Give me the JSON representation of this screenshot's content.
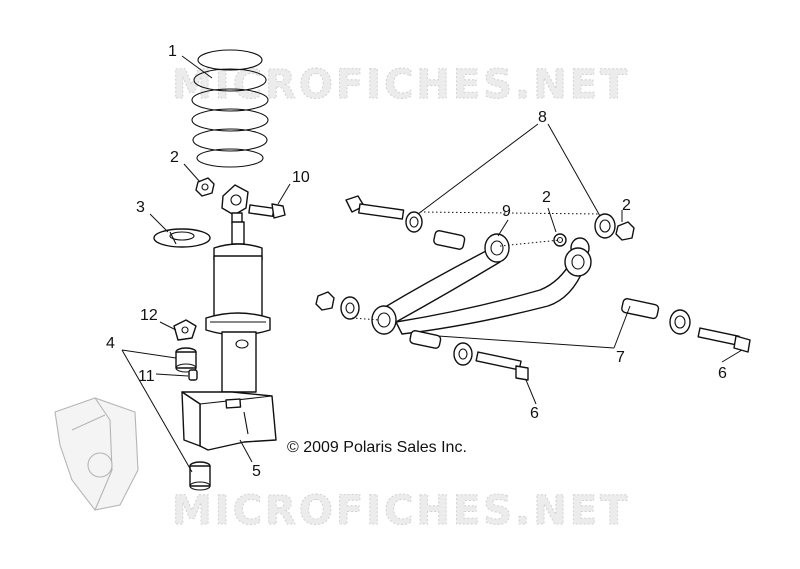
{
  "watermark": "MICROFICHES.NET",
  "copyright": "© 2009 Polaris Sales Inc.",
  "callouts": {
    "c1": "1",
    "c2a": "2",
    "c2b": "2",
    "c2c": "2",
    "c3": "3",
    "c4": "4",
    "c5": "5",
    "c6a": "6",
    "c6b": "6",
    "c7": "7",
    "c8": "8",
    "c9": "9",
    "c10": "10",
    "c11": "11",
    "c12": "12"
  },
  "colors": {
    "line": "#111111",
    "watermark": "#d2d2d2",
    "background": "#ffffff"
  }
}
